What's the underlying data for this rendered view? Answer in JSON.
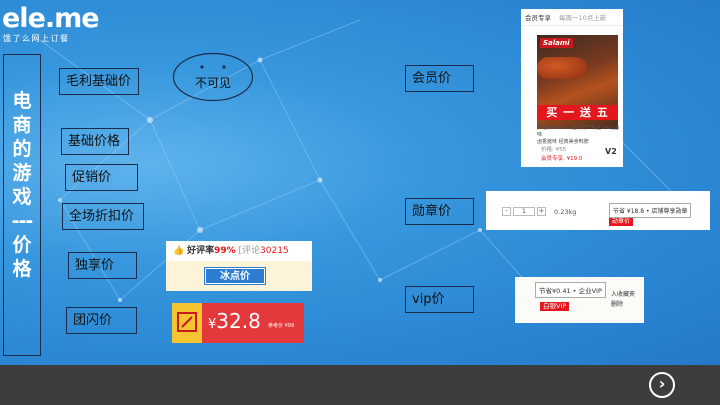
{
  "logo": {
    "name": "ele.me",
    "slogan": "饿了么网上订餐"
  },
  "title_chars": [
    "电",
    "商",
    "的",
    "游",
    "戏",
    "---",
    "价",
    "格"
  ],
  "labels": {
    "gross_base": "毛利基础价",
    "base": "基础价格",
    "promo": "促销价",
    "store_discount": "全场折扣价",
    "exclusive": "独享价",
    "flash": "团闪价",
    "member": "会员价",
    "badge": "勋章价",
    "vip": "vip价"
  },
  "face_text": "不可见",
  "member_card": {
    "tab": "会员专享",
    "tab_sub": "每周一10点上新",
    "brand": "Salami",
    "promo": "买 一 送 五",
    "desc": "萨啦咪 salami 温州特产鸭舌142g卤味",
    "desc2": "卤香酱味 经典美食鸭脖",
    "price": "价格: ¥55",
    "member_price": "会员专享: ¥19.0",
    "version": "V2"
  },
  "badge_card": {
    "minus": "-",
    "qty": "1",
    "plus": "+",
    "weight": "0.23kg",
    "save": "节省 ¥18.8 • 店铺尊享勋章",
    "tag": "勋章价"
  },
  "vip_card": {
    "save": "节省¥0.41 • 企业VIP",
    "tag": "白银VIP",
    "side1": "入收藏夹",
    "side2": "删除"
  },
  "exclusive_card": {
    "rate_label": "好评率",
    "rate": "99%",
    "review": "[评论",
    "review_count": "30215",
    "button": "冰点价"
  },
  "flash_card": {
    "currency": "¥",
    "price": "32.8",
    "ref": "参考价 ¥99"
  },
  "colors": {
    "background": "#2b87d3",
    "footer": "#3d3d3d",
    "accent_red": "#e3171c"
  },
  "icons": {
    "next": "next-arrow-icon"
  }
}
